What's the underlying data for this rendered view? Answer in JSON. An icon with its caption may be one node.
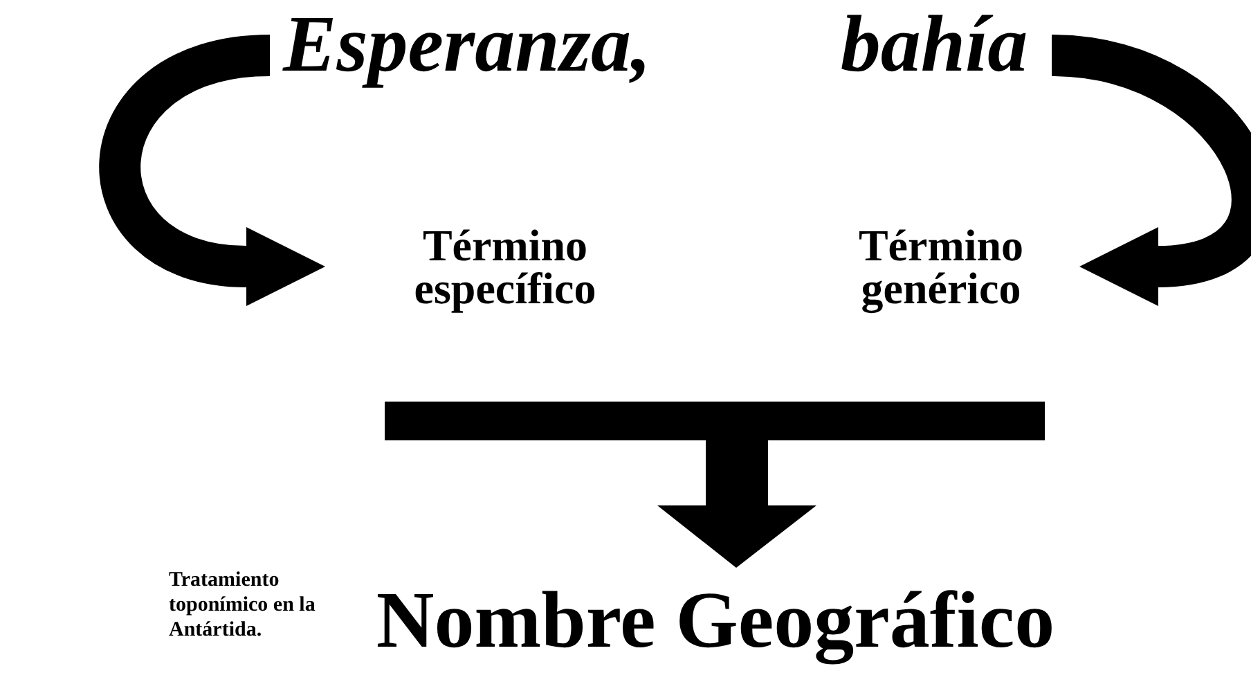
{
  "diagram": {
    "nodes": [
      {
        "text": [
          "Esperanza,"
        ]
      },
      {
        "text": [
          "bahía"
        ]
      },
      {
        "text": [
          "Término específico"
        ]
      },
      {
        "text": [
          "Término genérico"
        ]
      },
      {
        "text": [
          "Nombre Geográfico"
        ]
      }
    ],
    "edges": [
      {
        "from": 0,
        "to": 2,
        "arrow": "to"
      },
      {
        "from": 1,
        "to": 3,
        "arrow": "to"
      },
      {
        "from": 2,
        "to": 4,
        "arrow": "to"
      },
      {
        "from": 3,
        "to": 4,
        "arrow": "to"
      }
    ],
    "labels": [
      "Tratamiento toponímico en la Antártida."
    ]
  }
}
